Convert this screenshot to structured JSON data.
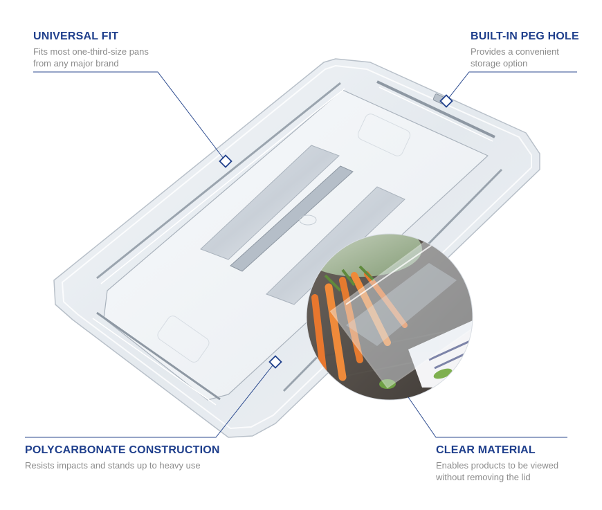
{
  "colors": {
    "title_blue": "#1f3f8c",
    "description_gray": "#8c8c8c",
    "leader_line": "#2b4a8f"
  },
  "callouts": {
    "universal_fit": {
      "title": "UNIVERSAL FIT",
      "desc_line1": "Fits most one-third-size pans",
      "desc_line2": "from any major brand"
    },
    "peg_hole": {
      "title": "BUILT-IN PEG HOLE",
      "desc_line1": "Provides a convenient",
      "desc_line2": "storage option"
    },
    "polycarbonate": {
      "title": "POLYCARBONATE CONSTRUCTION",
      "desc_line1": "Resists impacts and stands up to heavy use"
    },
    "clear_material": {
      "title": "CLEAR MATERIAL",
      "desc_line1": "Enables products to be viewed",
      "desc_line2": "without removing the lid"
    }
  }
}
